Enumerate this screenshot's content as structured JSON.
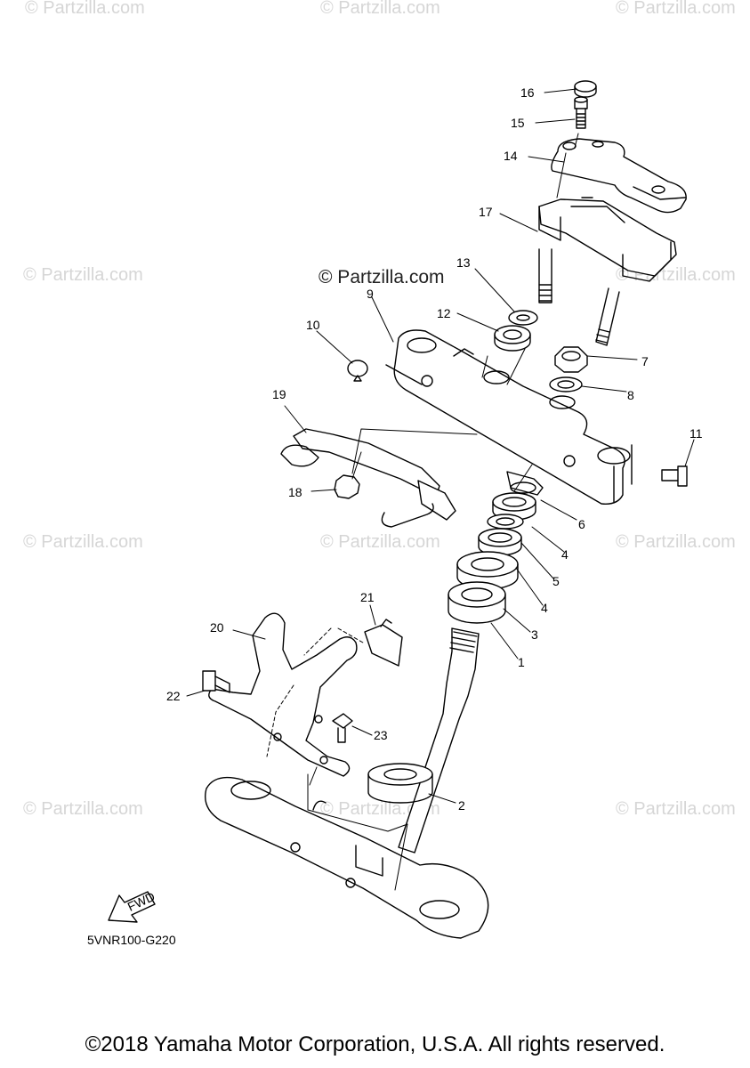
{
  "watermark_text": "© Partzilla.com",
  "brand_text": "© Partzilla.com",
  "callouts": [
    "1",
    "2",
    "3",
    "4",
    "4",
    "5",
    "6",
    "7",
    "8",
    "9",
    "10",
    "11",
    "12",
    "13",
    "14",
    "15",
    "16",
    "17",
    "18",
    "19",
    "20",
    "21",
    "22",
    "23"
  ],
  "fwd_label": "FWD",
  "diagram_code": "5VNR100-G220",
  "copyright": "©2018 Yamaha Motor Corporation, U.S.A. All rights reserved."
}
